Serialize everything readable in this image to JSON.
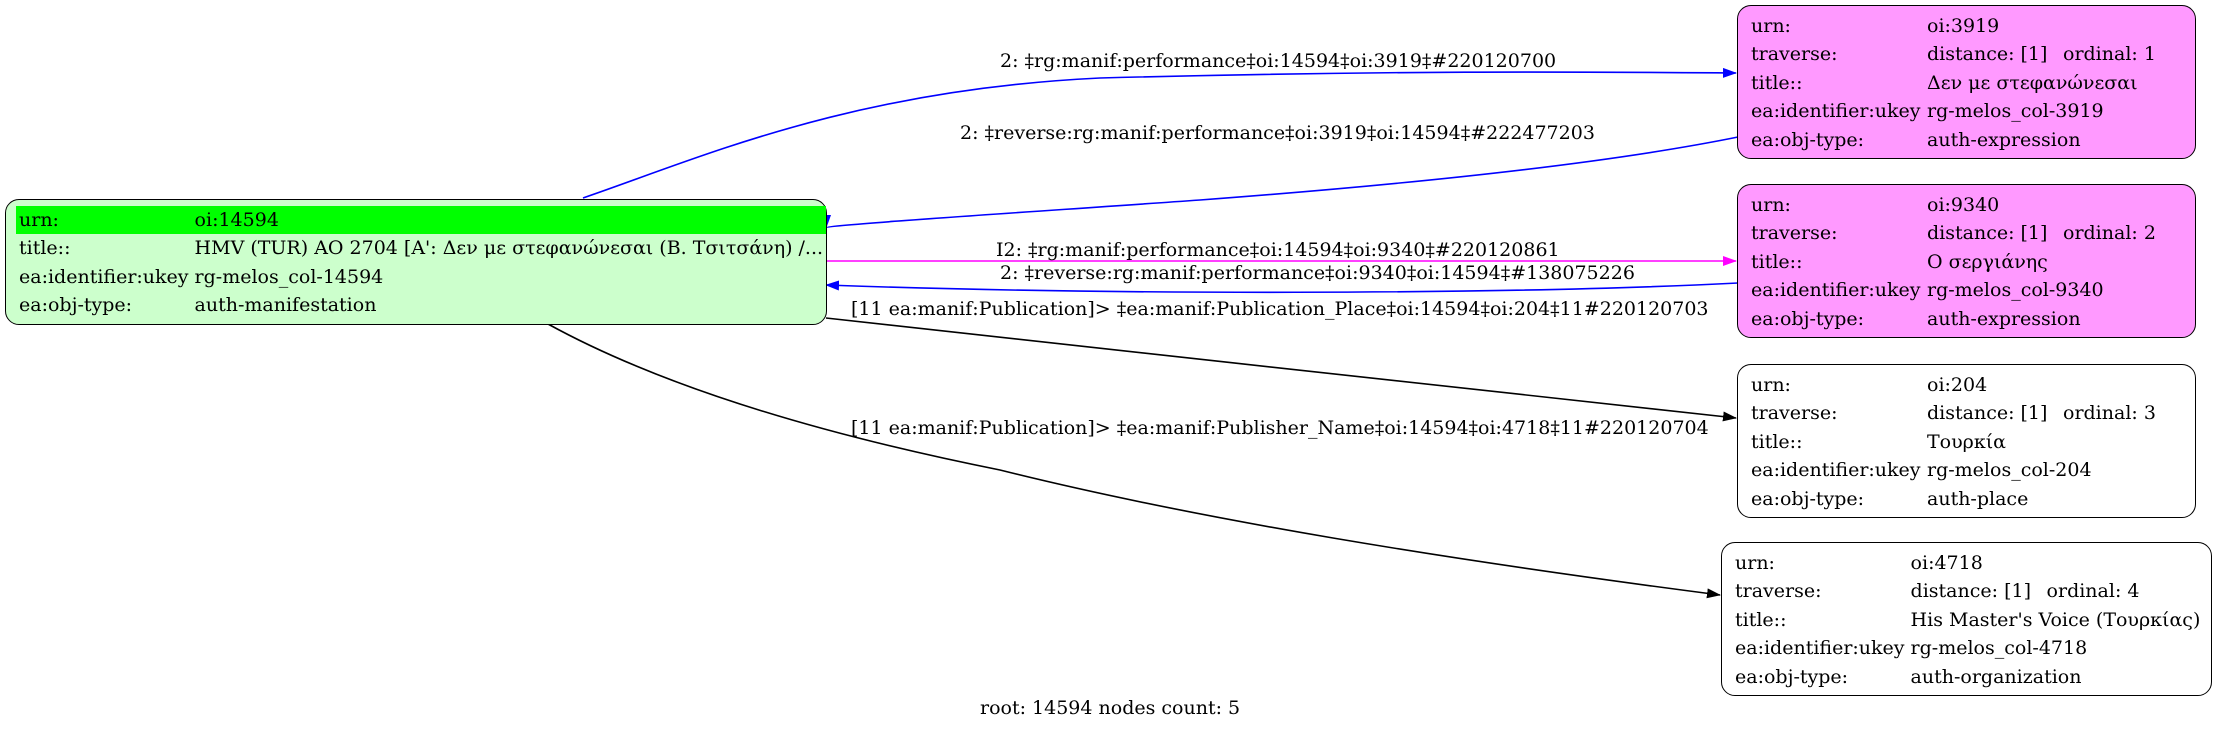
{
  "nodes": {
    "root": {
      "urn_label": "urn:",
      "urn": "oi:14594",
      "title_label": "title::",
      "title": "HMV (TUR) AO 2704 [A': Δεν με στεφανώνεσαι (Β. Τσιτσάνη) /...",
      "ukey_label": "ea:identifier:ukey",
      "ukey": "rg-melos_col-14594",
      "type_label": "ea:obj-type:",
      "type": "auth-manifestation",
      "fill": "#ccffcc",
      "highlight": "#00ff00"
    },
    "n3919": {
      "urn_label": "urn:",
      "urn": "oi:3919",
      "traverse_label": "traverse:",
      "distance": "distance: [1]",
      "ordinal": "ordinal: 1",
      "title_label": "title::",
      "title": "Δεν με στεφανώνεσαι",
      "ukey_label": "ea:identifier:ukey",
      "ukey": "rg-melos_col-3919",
      "type_label": "ea:obj-type:",
      "type": "auth-expression",
      "fill": "#ff99ff"
    },
    "n9340": {
      "urn_label": "urn:",
      "urn": "oi:9340",
      "traverse_label": "traverse:",
      "distance": "distance: [1]",
      "ordinal": "ordinal: 2",
      "title_label": "title::",
      "title": "Ο σεργιάνης",
      "ukey_label": "ea:identifier:ukey",
      "ukey": "rg-melos_col-9340",
      "type_label": "ea:obj-type:",
      "type": "auth-expression",
      "fill": "#ff99ff"
    },
    "n204": {
      "urn_label": "urn:",
      "urn": "oi:204",
      "traverse_label": "traverse:",
      "distance": "distance: [1]",
      "ordinal": "ordinal: 3",
      "title_label": "title::",
      "title": "Τουρκία",
      "ukey_label": "ea:identifier:ukey",
      "ukey": "rg-melos_col-204",
      "type_label": "ea:obj-type:",
      "type": "auth-place",
      "fill": "#ffffff"
    },
    "n4718": {
      "urn_label": "urn:",
      "urn": "oi:4718",
      "traverse_label": "traverse:",
      "distance": "distance: [1]",
      "ordinal": "ordinal: 4",
      "title_label": "title::",
      "title": "His Master's Voice (Τουρκίας)",
      "ukey_label": "ea:identifier:ukey",
      "ukey": "rg-melos_col-4718",
      "type_label": "ea:obj-type:",
      "type": "auth-organization",
      "fill": "#ffffff"
    }
  },
  "edges": [
    {
      "label": "2: ‡rg:manif:performance‡oi:14594‡oi:3919‡#220120700",
      "color": "#0000ff"
    },
    {
      "label": "2: ‡reverse:rg:manif:performance‡oi:3919‡oi:14594‡#222477203",
      "color": "#0000ff"
    },
    {
      "label": "I2: ‡rg:manif:performance‡oi:14594‡oi:9340‡#220120861",
      "color": "#ff00ff"
    },
    {
      "label": "2: ‡reverse:rg:manif:performance‡oi:9340‡oi:14594‡#138075226",
      "color": "#0000ff"
    },
    {
      "label": "[11 ea:manif:Publication]> ‡ea:manif:Publication_Place‡oi:14594‡oi:204‡11#220120703",
      "color": "#000000"
    },
    {
      "label": "[11 ea:manif:Publication]> ‡ea:manif:Publisher_Name‡oi:14594‡oi:4718‡11#220120704",
      "color": "#000000"
    }
  ],
  "footer": "root: 14594 nodes count: 5"
}
